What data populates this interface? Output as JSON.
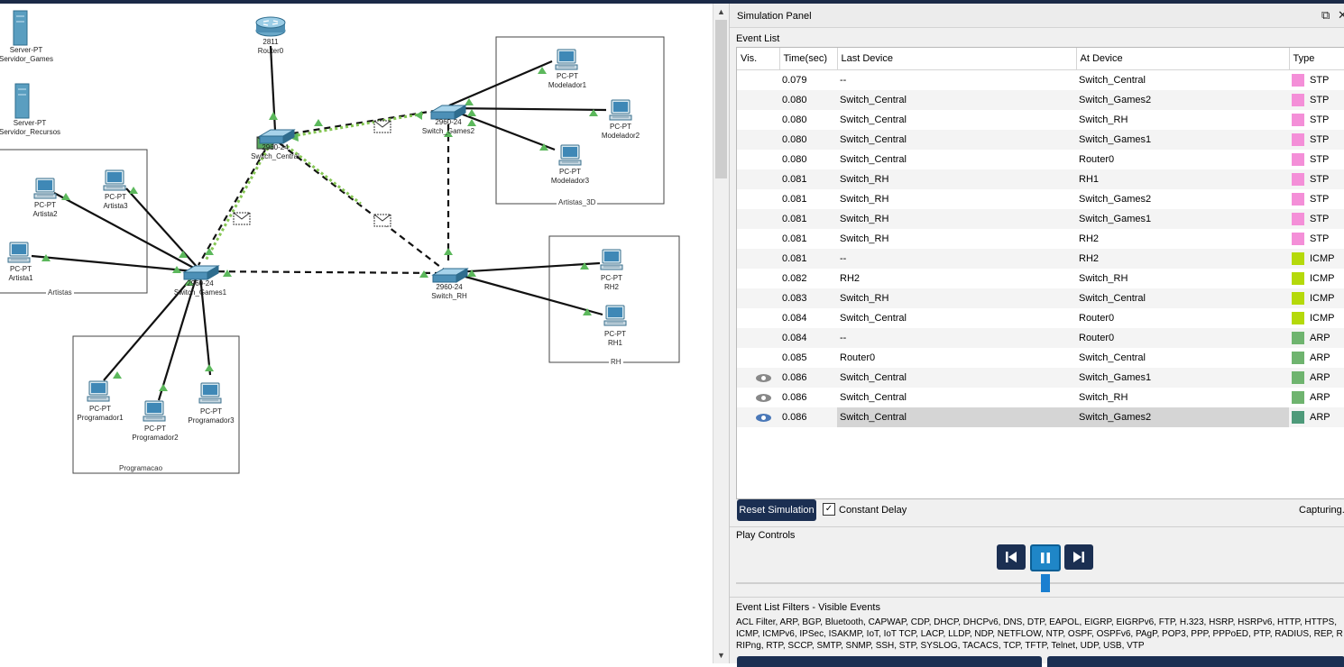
{
  "canvas": {
    "devices": [
      {
        "id": "servidor_games",
        "kind": "server",
        "model": "Server-PT",
        "name": "Servidor_Games"
      },
      {
        "id": "servidor_recursos",
        "kind": "server",
        "model": "Server-PT",
        "name": "Servidor_Recursos"
      },
      {
        "id": "router0",
        "kind": "router",
        "model": "2811",
        "name": "Router0"
      },
      {
        "id": "switch_central",
        "kind": "switch",
        "model": "2960-24",
        "name": "Switch_Central"
      },
      {
        "id": "switch_games2",
        "kind": "switch",
        "model": "2960-24",
        "name": "Switch_Games2"
      },
      {
        "id": "switch_games1",
        "kind": "switch",
        "model": "2960-24",
        "name": "Switch_Games1"
      },
      {
        "id": "switch_rh",
        "kind": "switch",
        "model": "2960-24",
        "name": "Switch_RH"
      },
      {
        "id": "modelador1",
        "kind": "pc",
        "model": "PC-PT",
        "name": "Modelador1"
      },
      {
        "id": "modelador2",
        "kind": "pc",
        "model": "PC-PT",
        "name": "Modelador2"
      },
      {
        "id": "modelador3",
        "kind": "pc",
        "model": "PC-PT",
        "name": "Modelador3"
      },
      {
        "id": "artista1",
        "kind": "pc",
        "model": "PC-PT",
        "name": "Artista1"
      },
      {
        "id": "artista2",
        "kind": "pc",
        "model": "PC-PT",
        "name": "Artista2"
      },
      {
        "id": "artista3",
        "kind": "pc",
        "model": "PC-PT",
        "name": "Artista3"
      },
      {
        "id": "rh2",
        "kind": "pc",
        "model": "PC-PT",
        "name": "RH2"
      },
      {
        "id": "rh1",
        "kind": "pc",
        "model": "PC-PT",
        "name": "RH1"
      },
      {
        "id": "programador1",
        "kind": "pc",
        "model": "PC-PT",
        "name": "Programador1"
      },
      {
        "id": "programador2",
        "kind": "pc",
        "model": "PC-PT",
        "name": "Programador2"
      },
      {
        "id": "programador3",
        "kind": "pc",
        "model": "PC-PT",
        "name": "Programador3"
      }
    ],
    "areas": [
      {
        "id": "artistas",
        "title": "Artistas"
      },
      {
        "id": "artistas_3d",
        "title": "Artistas_3D"
      },
      {
        "id": "rh",
        "title": "RH"
      },
      {
        "id": "programacao",
        "title": "Programacao"
      }
    ],
    "colors": {
      "link": "#111111",
      "link_active": "#7ac143",
      "port_up": "#5cb85c"
    }
  },
  "panel": {
    "title": "Simulation Panel",
    "event_list_label": "Event List",
    "columns": [
      "Vis.",
      "Time(sec)",
      "Last Device",
      "At Device",
      "Type"
    ],
    "events": [
      {
        "vis": "",
        "time": "0.079",
        "last": "--",
        "at": "Switch_Central",
        "type": "STP",
        "color": "#f48fd8"
      },
      {
        "vis": "",
        "time": "0.080",
        "last": "Switch_Central",
        "at": "Switch_Games2",
        "type": "STP",
        "color": "#f48fd8"
      },
      {
        "vis": "",
        "time": "0.080",
        "last": "Switch_Central",
        "at": "Switch_RH",
        "type": "STP",
        "color": "#f48fd8"
      },
      {
        "vis": "",
        "time": "0.080",
        "last": "Switch_Central",
        "at": "Switch_Games1",
        "type": "STP",
        "color": "#f48fd8"
      },
      {
        "vis": "",
        "time": "0.080",
        "last": "Switch_Central",
        "at": "Router0",
        "type": "STP",
        "color": "#f48fd8"
      },
      {
        "vis": "",
        "time": "0.081",
        "last": "Switch_RH",
        "at": "RH1",
        "type": "STP",
        "color": "#f48fd8"
      },
      {
        "vis": "",
        "time": "0.081",
        "last": "Switch_RH",
        "at": "Switch_Games2",
        "type": "STP",
        "color": "#f48fd8"
      },
      {
        "vis": "",
        "time": "0.081",
        "last": "Switch_RH",
        "at": "Switch_Games1",
        "type": "STP",
        "color": "#f48fd8"
      },
      {
        "vis": "",
        "time": "0.081",
        "last": "Switch_RH",
        "at": "RH2",
        "type": "STP",
        "color": "#f48fd8"
      },
      {
        "vis": "",
        "time": "0.081",
        "last": "--",
        "at": "RH2",
        "type": "ICMP",
        "color": "#b5d90a"
      },
      {
        "vis": "",
        "time": "0.082",
        "last": "RH2",
        "at": "Switch_RH",
        "type": "ICMP",
        "color": "#b5d90a"
      },
      {
        "vis": "",
        "time": "0.083",
        "last": "Switch_RH",
        "at": "Switch_Central",
        "type": "ICMP",
        "color": "#b5d90a"
      },
      {
        "vis": "",
        "time": "0.084",
        "last": "Switch_Central",
        "at": "Router0",
        "type": "ICMP",
        "color": "#b5d90a"
      },
      {
        "vis": "",
        "time": "0.084",
        "last": "--",
        "at": "Router0",
        "type": "ARP",
        "color": "#6fb46f"
      },
      {
        "vis": "",
        "time": "0.085",
        "last": "Router0",
        "at": "Switch_Central",
        "type": "ARP",
        "color": "#6fb46f"
      },
      {
        "vis": "eye",
        "time": "0.086",
        "last": "Switch_Central",
        "at": "Switch_Games1",
        "type": "ARP",
        "color": "#6fb46f"
      },
      {
        "vis": "eye",
        "time": "0.086",
        "last": "Switch_Central",
        "at": "Switch_RH",
        "type": "ARP",
        "color": "#6fb46f"
      },
      {
        "vis": "eye-active",
        "time": "0.086",
        "last": "Switch_Central",
        "at": "Switch_Games2",
        "type": "ARP",
        "color": "#4e9a7a"
      }
    ],
    "reset_label": "Reset Simulation",
    "constant_delay_label": "Constant Delay",
    "constant_delay_checked": true,
    "capturing_label": "Capturing...",
    "play_controls_label": "Play Controls",
    "filters_label": "Event List Filters - Visible Events",
    "filters_lines": [
      "ACL Filter, ARP, BGP, Bluetooth, CAPWAP, CDP, DHCP, DHCPv6, DNS, DTP, EAPOL, EIGRP, EIGRPv6, FTP, H.323, HSRP, HSRPv6, HTTP, HTTPS,",
      "ICMP, ICMPv6, IPSec, ISAKMP, IoT, IoT TCP, LACP, LLDP, NDP, NETFLOW, NTP, OSPF, OSPFv6, PAgP, POP3, PPP, PPPoED, PTP, RADIUS, REP, RI",
      "RIPng, RTP, SCCP, SMTP, SNMP, SSH, STP, SYSLOG, TACACS, TCP, TFTP, Telnet, UDP, USB, VTP"
    ]
  }
}
